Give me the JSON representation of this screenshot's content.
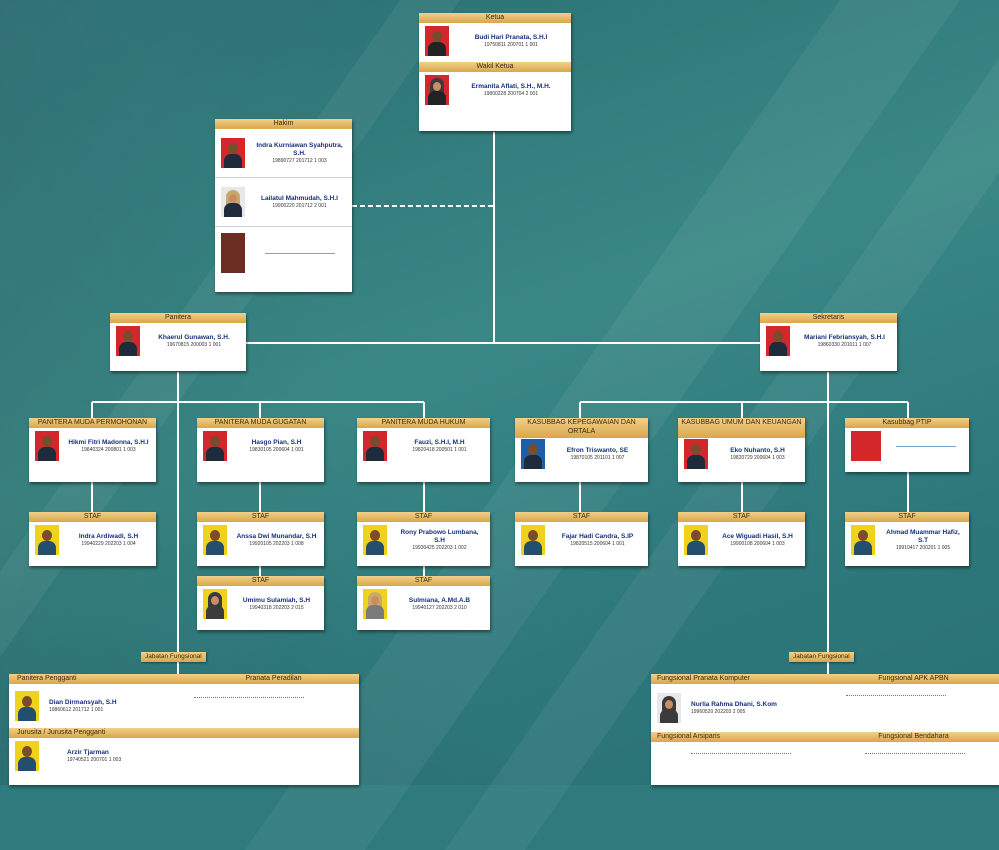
{
  "top": {
    "ketua_title": "Ketua",
    "ketua_name": "Budi Hari Pranata, S.H.I",
    "ketua_nip": "19750811 200701 1 001",
    "wakil_title": "Wakil Ketua",
    "wakil_name": "Ermanita Aflati, S.H., M.H.",
    "wakil_nip": "19800228 200704 2 001"
  },
  "hakim": {
    "title": "Hakim",
    "m1_name": "Indra Kurniawan Syahputra, S.H.",
    "m1_nip": "19890727 201712 1 003",
    "m2_name": "Lailatul Mahmudah, S.H.I",
    "m2_nip": "19900220 201712 2 001"
  },
  "panitera": {
    "title": "Panitera",
    "name": "Khaerul Gunawan, S.H.",
    "nip": "19670815 200003 1 001"
  },
  "sekretaris": {
    "title": "Sekretaris",
    "name": "Mariani Febriansyah, S.H.I",
    "nip": "19860330 201011 1 007"
  },
  "units": [
    {
      "title": "PANITERA MUDA PERMOHONAN",
      "name": "Hikmi Fitri Madonna, S.H.I",
      "nip": "19840324 200801 1 003"
    },
    {
      "title": "PANITERA MUDA GUGATAN",
      "name": "Hasgo Pian, S.H",
      "nip": "19830105 200604 1 001"
    },
    {
      "title": "PANITERA MUDA HUKUM",
      "name": "Fauzi, S.H.I, M.H",
      "nip": "19820418 200501 1 001"
    },
    {
      "title": "KASUBBAG KEPEGAWAIAN DAN ORTALA",
      "name": "Efron Triswanto, SE",
      "nip": "19870105 201101 1 007"
    },
    {
      "title": "KASUBBAG UMUM DAN KEUANGAN",
      "name": "Eko Nuhanto, S.H",
      "nip": "19820729 200604 1 003"
    },
    {
      "title": "Kasubbag PTIP",
      "name": "",
      "nip": ""
    }
  ],
  "staff": [
    {
      "title": "STAF",
      "name": "Indra Ardiwadi, S.H",
      "nip": "19940229 202203 1 004"
    },
    {
      "title": "STAF",
      "name": "Anssa Dwi Munandar, S.H",
      "nip": "19920105 202203 1 008"
    },
    {
      "title": "STAF",
      "name": "Rony Prabowo Lumbana, S.H",
      "nip": "19930425 202203 1 002"
    },
    {
      "title": "STAF",
      "name": "Fajar Hadi Candra, S.IP",
      "nip": "19820515 200604 1 001"
    },
    {
      "title": "STAF",
      "name": "Ace Wiguadi Hasil, S.H",
      "nip": "19900108 200604 1 003"
    },
    {
      "title": "STAF",
      "name": "Ahmad Muammar Hafiz, S.T",
      "nip": "19910417 200201 1 005"
    },
    {
      "title": "STAF",
      "name": "Umimu Sulamiah, S.H",
      "nip": "19940318 202203 2 015"
    },
    {
      "title": "STAF",
      "name": "Sulmiana, A.Md.A.B",
      "nip": "19940127 202203 2 010"
    }
  ],
  "fungsional_left": {
    "tag": "Jabatan Fungsional",
    "pp_title": "Panitera Pengganti",
    "pranata_title": "Pranata Peradilan",
    "pp_name": "Dian Dirmansyah, S.H",
    "pp_nip": "19860612 201712 1 001",
    "js_title": "Jurusita / Jurusita Pengganti",
    "js_name": "Arzir Tjarman",
    "js_nip": "19740521 200701 1 003"
  },
  "fungsional_right": {
    "tag": "Jabatan Fungsional",
    "pk_title": "Fungsional Pranata Komputer",
    "apk_title": "Fungsional APK APBN",
    "pk_name": "Nurlia Rahma Dhani, S.Kom",
    "pk_nip": "19960520 202203 2 005",
    "arsiparis_title": "Fungsional Arsiparis",
    "bendahara_title": "Fungsional Bendahara"
  }
}
